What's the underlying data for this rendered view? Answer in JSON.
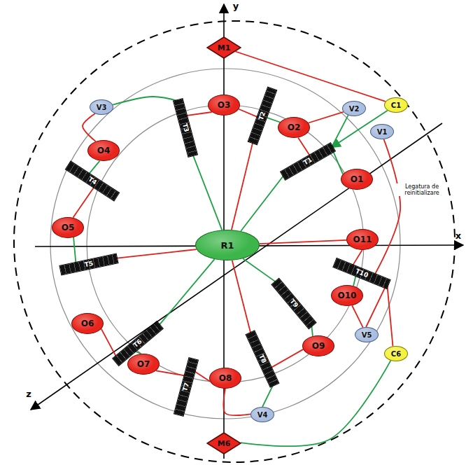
{
  "diagram": {
    "nodes": [
      {
        "text": [
          "M1"
        ]
      },
      {
        "text": [
          "O3"
        ]
      },
      {
        "text": [
          "V3"
        ]
      },
      {
        "text": [
          "C1"
        ]
      },
      {
        "text": [
          "V2"
        ]
      },
      {
        "text": [
          "O2"
        ]
      },
      {
        "text": [
          "V1"
        ]
      },
      {
        "text": [
          "O4"
        ]
      },
      {
        "text": [
          "T3"
        ]
      },
      {
        "text": [
          "T2"
        ]
      },
      {
        "text": [
          "T1"
        ]
      },
      {
        "text": [
          "O1"
        ]
      },
      {
        "text": [
          "T4"
        ]
      },
      {
        "text": [
          "O5"
        ]
      },
      {
        "text": [
          "R1"
        ]
      },
      {
        "text": [
          "O11"
        ]
      },
      {
        "text": [
          "T5"
        ]
      },
      {
        "text": [
          "T10"
        ]
      },
      {
        "text": [
          "O10"
        ]
      },
      {
        "text": [
          "T9"
        ]
      },
      {
        "text": [
          "O6"
        ]
      },
      {
        "text": [
          "T6"
        ]
      },
      {
        "text": [
          "V5"
        ]
      },
      {
        "text": [
          "C6"
        ]
      },
      {
        "text": [
          "O9"
        ]
      },
      {
        "text": [
          "T7"
        ]
      },
      {
        "text": [
          "O7"
        ]
      },
      {
        "text": [
          "T8"
        ]
      },
      {
        "text": [
          "O8"
        ]
      },
      {
        "text": [
          "V4"
        ]
      },
      {
        "text": [
          "M6"
        ]
      }
    ],
    "edges": [
      {
        "from": 0,
        "to": 3,
        "arrow": "none"
      },
      {
        "from": 3,
        "to": 10,
        "arrow": "to"
      },
      {
        "from": 4,
        "to": 5,
        "arrow": "none"
      },
      {
        "from": 4,
        "to": 10,
        "arrow": "none"
      },
      {
        "from": 5,
        "to": 10,
        "arrow": "none"
      },
      {
        "from": 5,
        "to": 9,
        "arrow": "none"
      },
      {
        "from": 1,
        "to": 9,
        "arrow": "none"
      },
      {
        "from": 9,
        "to": 14,
        "arrow": "none"
      },
      {
        "from": 1,
        "to": 8,
        "arrow": "none"
      },
      {
        "from": 8,
        "to": 14,
        "arrow": "none"
      },
      {
        "from": 8,
        "to": 2,
        "arrow": "none"
      },
      {
        "from": 2,
        "to": 7,
        "arrow": "none"
      },
      {
        "from": 7,
        "to": 12,
        "arrow": "none"
      },
      {
        "from": 12,
        "to": 13,
        "arrow": "none"
      },
      {
        "from": 13,
        "to": 16,
        "arrow": "none"
      },
      {
        "from": 16,
        "to": 14,
        "arrow": "none"
      },
      {
        "from": 10,
        "to": 14,
        "arrow": "none"
      },
      {
        "from": 10,
        "to": 11,
        "arrow": "none"
      },
      {
        "from": 6,
        "to": 17,
        "arrow": "none"
      },
      {
        "from": 15,
        "to": 14,
        "arrow": "none"
      },
      {
        "from": 15,
        "to": 17,
        "arrow": "none"
      },
      {
        "from": 17,
        "to": 18,
        "arrow": "none"
      },
      {
        "from": 18,
        "to": 22,
        "arrow": "none"
      },
      {
        "from": 17,
        "to": 22,
        "arrow": "none"
      },
      {
        "from": 17,
        "to": 23,
        "arrow": "none"
      },
      {
        "from": 23,
        "to": 30,
        "arrow": "none"
      },
      {
        "from": 14,
        "to": 19,
        "arrow": "none"
      },
      {
        "from": 19,
        "to": 24,
        "arrow": "none"
      },
      {
        "from": 14,
        "to": 21,
        "arrow": "none"
      },
      {
        "from": 21,
        "to": 20,
        "arrow": "none"
      },
      {
        "from": 21,
        "to": 26,
        "arrow": "none"
      },
      {
        "from": 26,
        "to": 25,
        "arrow": "none"
      },
      {
        "from": 25,
        "to": 28,
        "arrow": "none"
      },
      {
        "from": 14,
        "to": 27,
        "arrow": "none"
      },
      {
        "from": 27,
        "to": 24,
        "arrow": "none"
      },
      {
        "from": 27,
        "to": 29,
        "arrow": "none"
      },
      {
        "from": 28,
        "to": 29,
        "arrow": "none"
      }
    ],
    "labels": [
      "y",
      "x",
      "z",
      "Legatura de reinitializare"
    ]
  }
}
